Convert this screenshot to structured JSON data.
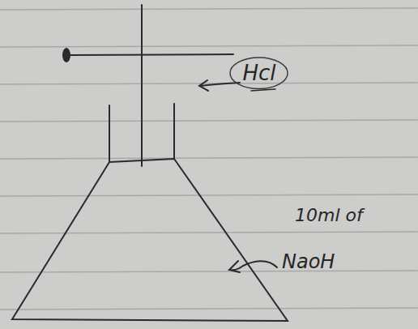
{
  "diagram": {
    "nodes": [
      {
        "text": [
          "Hcl"
        ]
      }
    ],
    "labels": [
      "10ml of",
      "NaoH"
    ]
  }
}
